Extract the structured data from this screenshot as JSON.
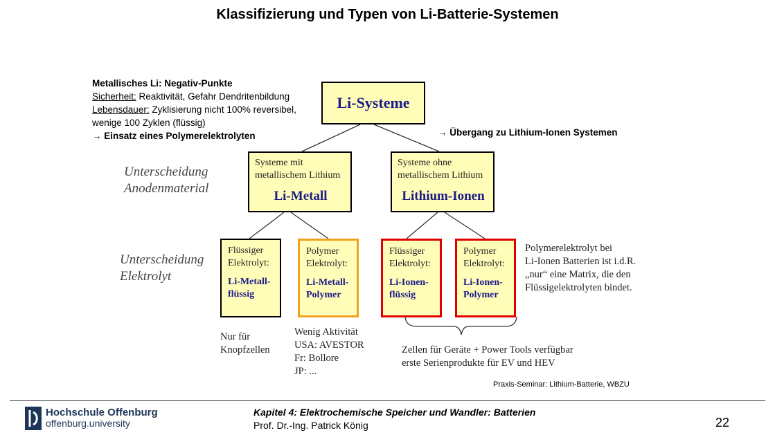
{
  "title": "Klassifizierung und Typen von Li-Batterie-Systemen",
  "note_left": {
    "heading": "Metallisches Li: Negativ-Punkte",
    "safety_label": "Sicherheit:",
    "safety_text": " Reaktivität, Gefahr Dendritenbildung",
    "lifetime_label": "Lebensdauer:",
    "lifetime_text": " Zyklisierung nicht 100% reversibel,",
    "lifetime_text2": "wenige 100 Zyklen (flüssig)",
    "conclusion": "→ Einsatz eines Polymerelektrolyten"
  },
  "note_right": "→ Übergang zu Lithium-Ionen Systemen",
  "side_labels": {
    "anode_1": "Unterscheidung",
    "anode_2": "Anodenmaterial",
    "electrolyte_1": "Unterscheidung",
    "electrolyte_2": "Elektrolyt"
  },
  "root": "Li-Systeme",
  "mid_left": {
    "desc1": "Systeme mit",
    "desc2": "metallischem Lithium",
    "name": "Li-Metall"
  },
  "mid_right": {
    "desc1": "Systeme ohne",
    "desc2": "metallischem Lithium",
    "name": "Lithium-Ionen"
  },
  "leaves": [
    {
      "desc1": "Flüssiger",
      "desc2": "Elektrolyt:",
      "name1": "Li-Metall-",
      "name2": "flüssig"
    },
    {
      "desc1": "Polymer",
      "desc2": "Elektrolyt:",
      "name1": "Li-Metall-",
      "name2": "Polymer"
    },
    {
      "desc1": "Flüssiger",
      "desc2": "Elektrolyt:",
      "name1": "Li-Ionen-",
      "name2": "flüssig"
    },
    {
      "desc1": "Polymer",
      "desc2": "Elektrolyt:",
      "name1": "Li-Ionen-",
      "name2": "Polymer"
    }
  ],
  "polymer_note": [
    "Polymerelektrolyt bei",
    "Li-Ionen Batterien ist i.d.R.",
    "„nur“ eine Matrix, die den",
    "Flüssigelektrolyten bindet."
  ],
  "below_1": [
    "Nur für",
    "Knopfzellen"
  ],
  "below_2": [
    "Wenig Aktivität",
    "USA: AVESTOR",
    "Fr: Bollore",
    "JP: ..."
  ],
  "below_3": [
    "Zellen für Geräte + Power Tools verfügbar",
    "erste Serienprodukte für EV und HEV"
  ],
  "source": "Praxis-Seminar: Lithium-Batterie, WBZU",
  "footer": {
    "uni_name": "Hochschule Offenburg",
    "uni_url": "offenburg.university",
    "chapter": "Kapitel 4: Elektrochemische Speicher und Wandler: Batterien",
    "professor": "Prof. Dr.-Ing. Patrick König",
    "page_number": "22"
  },
  "colors": {
    "box_fill": "#fffdb8",
    "name_text": "#1c1c8a",
    "orange_border": "#f0a020",
    "red_border": "#e00000",
    "brand": "#1d3557"
  }
}
